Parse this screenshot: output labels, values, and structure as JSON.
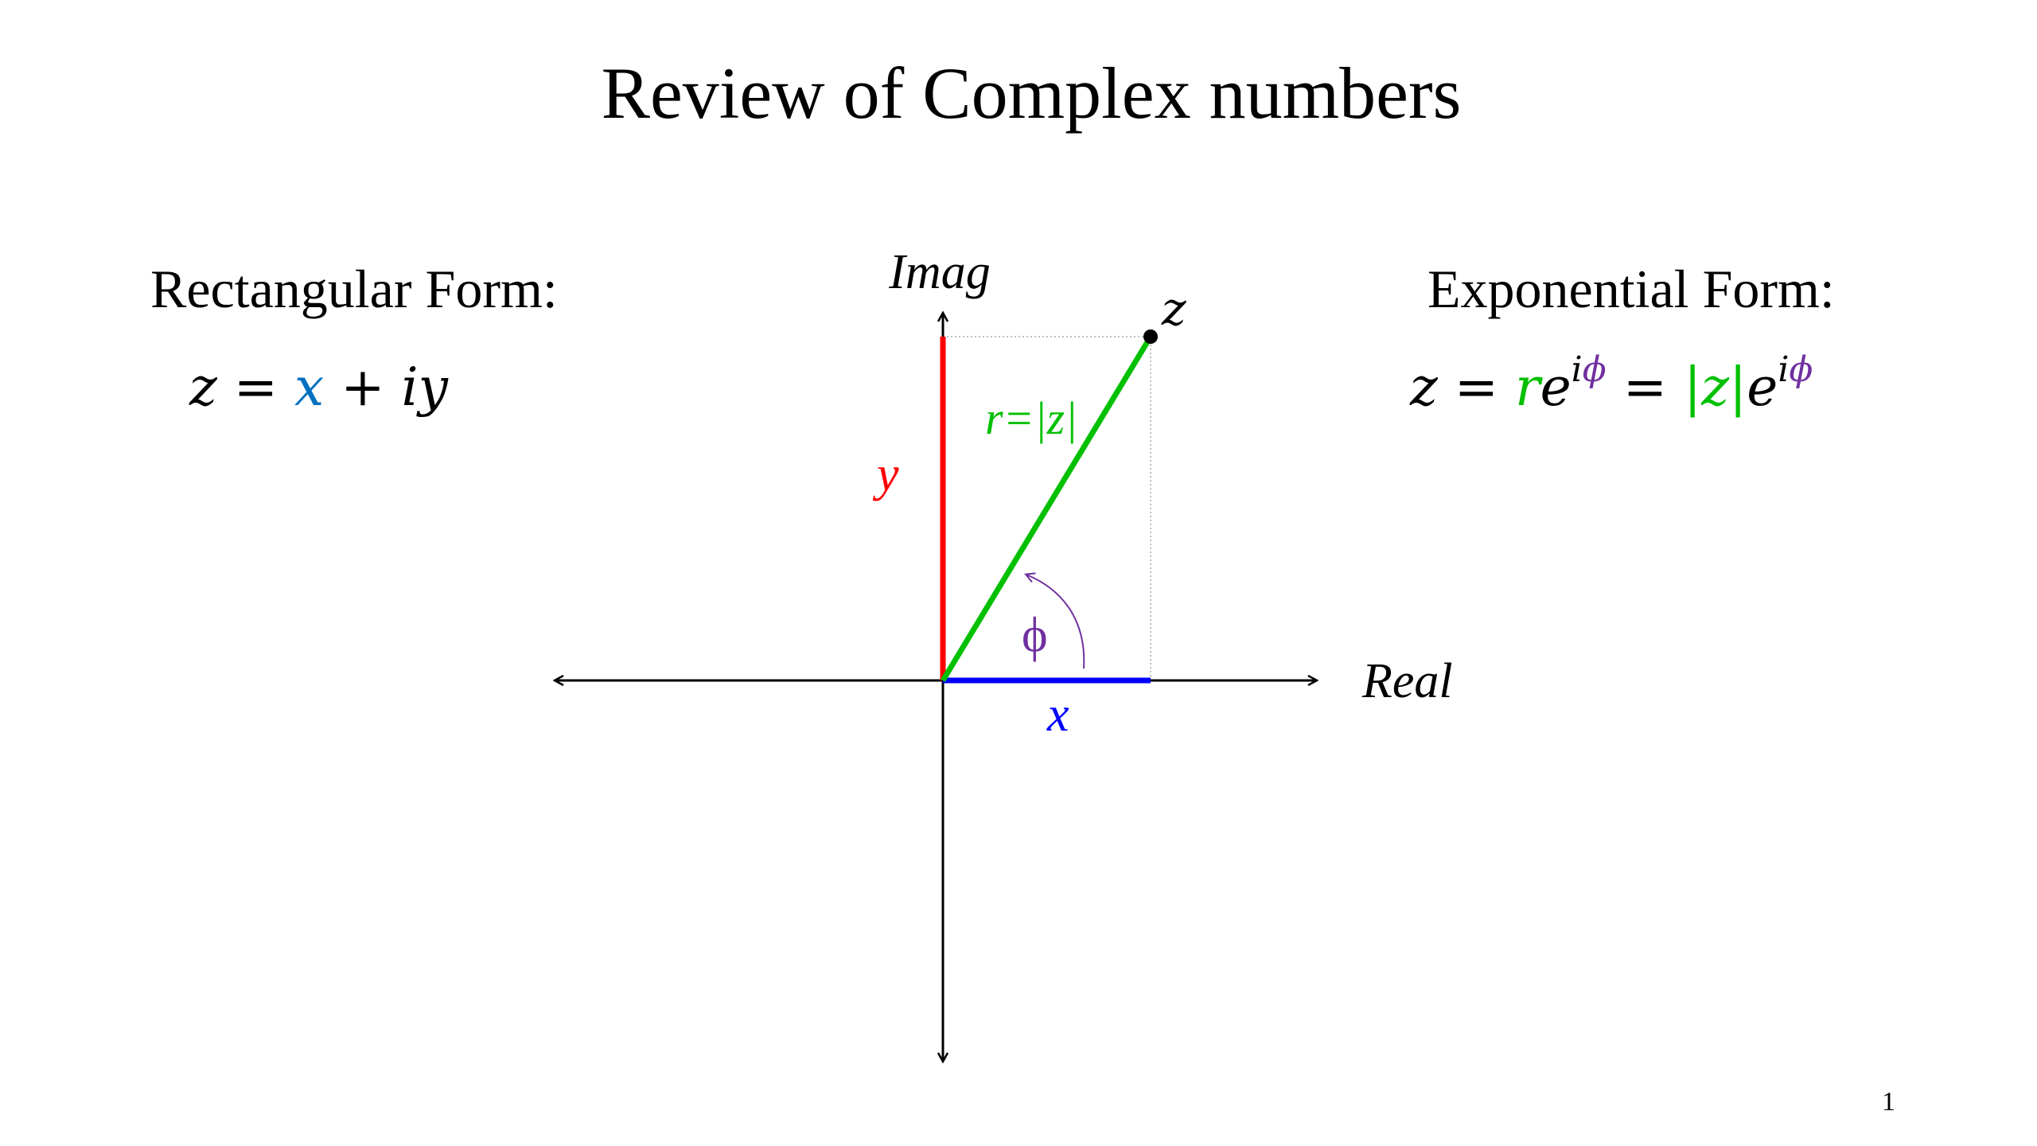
{
  "slide": {
    "title": "Review of Complex numbers",
    "page_number": "1"
  },
  "rectangular": {
    "heading": "Rectangular Form:",
    "eq": {
      "z": "z",
      "eq": " = ",
      "x": "x",
      "plus": " + ",
      "iy": "iy"
    }
  },
  "exponential": {
    "heading": "Exponential Form:",
    "eq": {
      "z": "z",
      "eq1": " = ",
      "r": "r",
      "e1": "e",
      "exp1_i": "i",
      "exp1_phi": "ϕ",
      "eq2": " = ",
      "absz": "|z|",
      "e2": "e",
      "exp2_i": "i",
      "exp2_phi": "ϕ"
    }
  },
  "diagram": {
    "imag_label": "Imag",
    "real_label": "Real",
    "point_label": "z",
    "r_label": "r=|z|",
    "y_label": "y",
    "x_label": "x",
    "phi_label": "ϕ"
  },
  "colors": {
    "red": "#ff0000",
    "green": "#00c000",
    "blue": "#0000ff",
    "purple": "#7030a0",
    "eq_blue": "#0070c0"
  }
}
